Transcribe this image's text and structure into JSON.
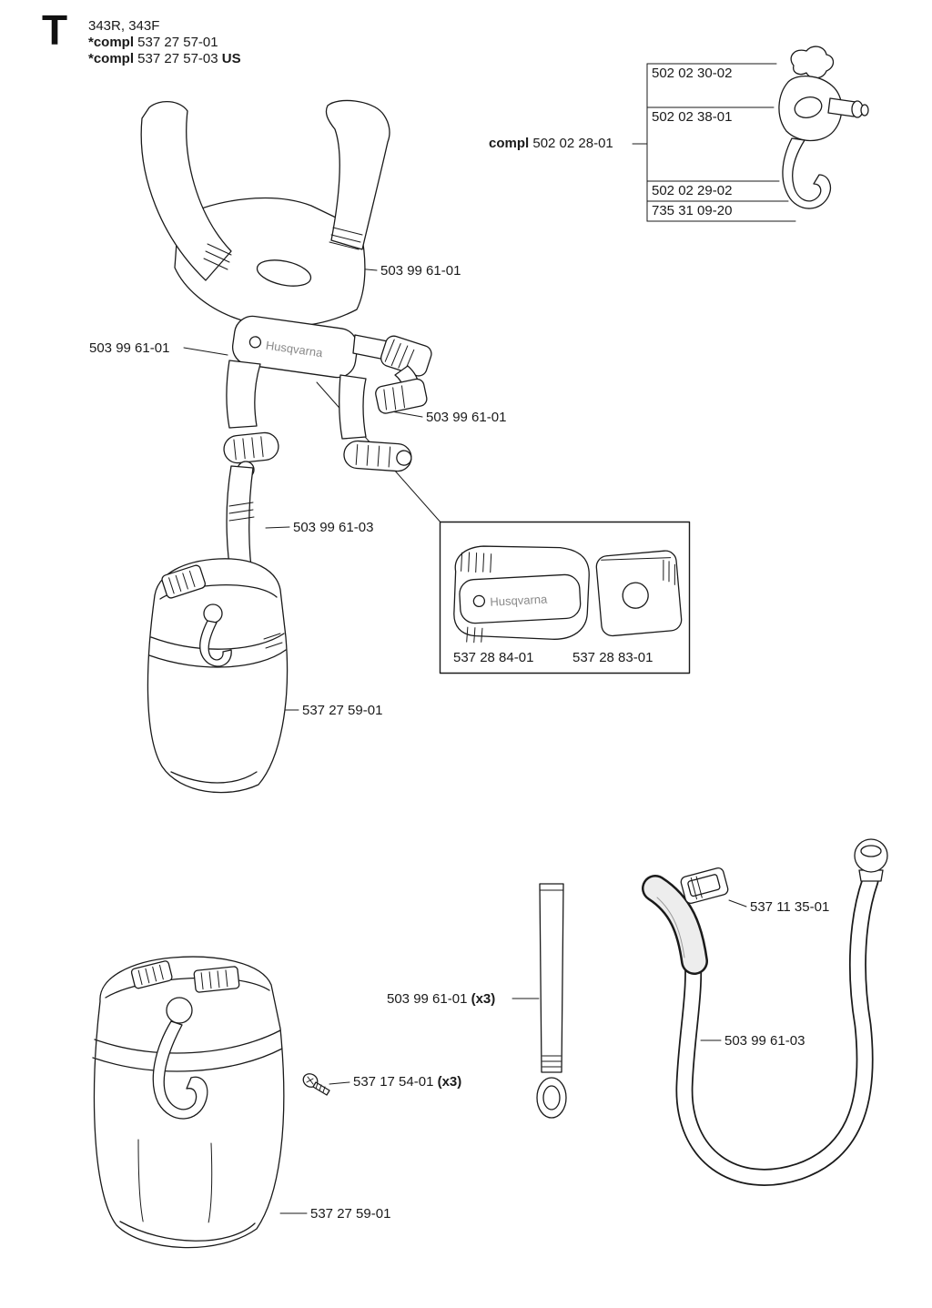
{
  "doc": {
    "bg": "#ffffff",
    "ink": "#1a1a1a"
  },
  "header": {
    "section_letter": "T",
    "models": "343R, 343F",
    "variants": [
      {
        "bold": "*compl",
        "num": " 537 27 57-01",
        "suffix": ""
      },
      {
        "bold": "*compl",
        "num": " 537 27 57-03 ",
        "suffix": "US"
      }
    ]
  },
  "brand": {
    "name": "Husqvarna"
  },
  "hook_assembly": {
    "labels": {
      "top_lever": "502 02 30-02",
      "pin": "502 02 38-01",
      "compl_bold": "compl",
      "compl_num": " 502 02 28-01",
      "body": "502 02 29-02",
      "nut": "735 31 09-20"
    }
  },
  "harness": {
    "labels": {
      "strap_upper_right": "503 99 61-01",
      "strap_upper_left": "503 99 61-01",
      "strap_side": "503 99 61-01",
      "strap_lower": "503 99 61-03",
      "hip_pad": "537 27 59-01"
    }
  },
  "inset": {
    "pad": "537 28 84-01",
    "plate": "537 28 83-01"
  },
  "bottom": {
    "strap_num": "503 99 61-01 ",
    "strap_qty": "(x3)",
    "buckle": "537 11 35-01",
    "screw_num": "537 17 54-01 ",
    "screw_qty": "(x3)",
    "jtube": "503 99 61-03",
    "hip_pad": "537 27 59-01"
  }
}
